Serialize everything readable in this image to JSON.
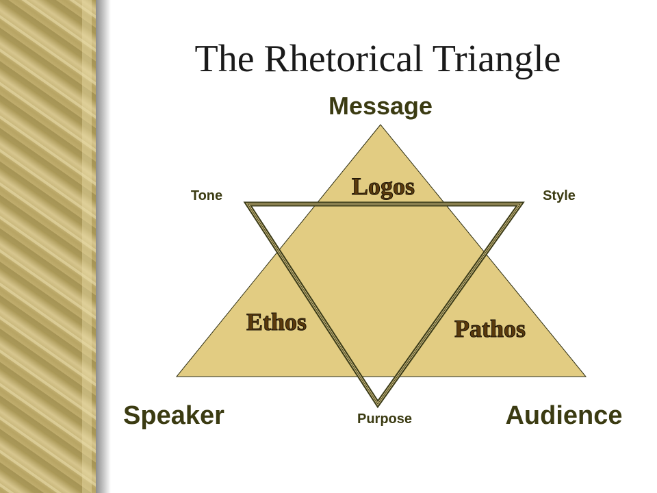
{
  "title": "The Rhetorical Triangle",
  "corners": {
    "top": "Message",
    "left": "Speaker",
    "right": "Audience"
  },
  "edges": {
    "upper_left": "Tone",
    "upper_right": "Style",
    "bottom": "Purpose"
  },
  "appeals": {
    "logos": "Logos",
    "ethos": "Ethos",
    "pathos": "Pathos"
  },
  "colors": {
    "triangle_fill": "#e2cc82",
    "label_text": "#3b3b12",
    "border_tan": "#cdbb7f",
    "inverted_outline": "#4a4a22"
  }
}
